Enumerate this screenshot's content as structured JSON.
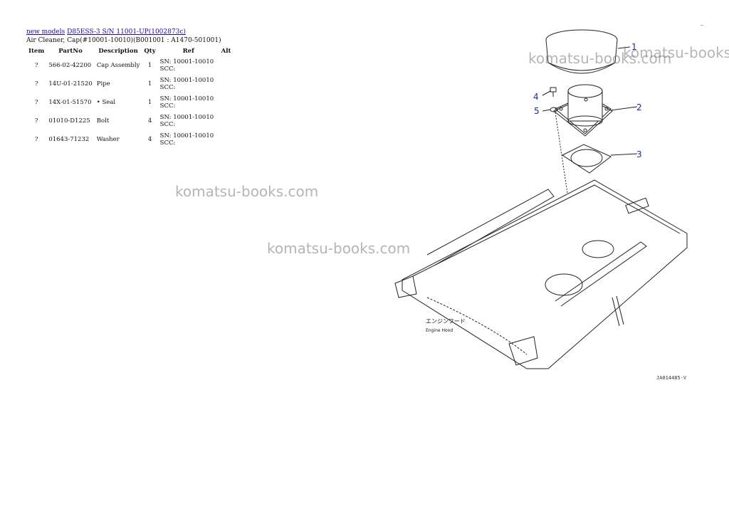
{
  "breadcrumb": {
    "link1": "new models",
    "link2": "D85ESS-3 S/N 11001-UP(1002873c)"
  },
  "subtitle": "Air Cleaner, Cap(#10001-10010)(B001001 : A1470-501001)",
  "table": {
    "headers": [
      "Item",
      "PartNo",
      "Description",
      "Qty",
      "Ref",
      "Alt"
    ],
    "rows": [
      {
        "item": "?",
        "part": "566-02-42200",
        "desc": "Cap Assembly",
        "qty": "1",
        "ref1": "SN: 10001-10010",
        "ref2": "SCC:"
      },
      {
        "item": "?",
        "part": "14U-01-21520",
        "desc": "Pipe",
        "qty": "1",
        "ref1": "SN: 10001-10010",
        "ref2": "SCC:"
      },
      {
        "item": "?",
        "part": "14X-01-51570",
        "desc": "• Seal",
        "qty": "1",
        "ref1": "SN: 10001-10010",
        "ref2": "SCC:"
      },
      {
        "item": "?",
        "part": "01010-D1225",
        "desc": "Bolt",
        "qty": "4",
        "ref1": "SN: 10001-10010",
        "ref2": "SCC:"
      },
      {
        "item": "?",
        "part": "01643-71232",
        "desc": "Washer",
        "qty": "4",
        "ref1": "SN: 10001-10010",
        "ref2": "SCC:"
      }
    ]
  },
  "watermarks": [
    "komatsu-books.com",
    "komatsu-books.com",
    "komatsu-books.com",
    "komatsu-books.com"
  ],
  "drawing": {
    "callouts": [
      "1",
      "2",
      "3",
      "4",
      "5"
    ],
    "label_jp": "エンジンフード",
    "label_en": "Engine Hood",
    "code": "JA014485-V"
  },
  "corner_mark": "–"
}
